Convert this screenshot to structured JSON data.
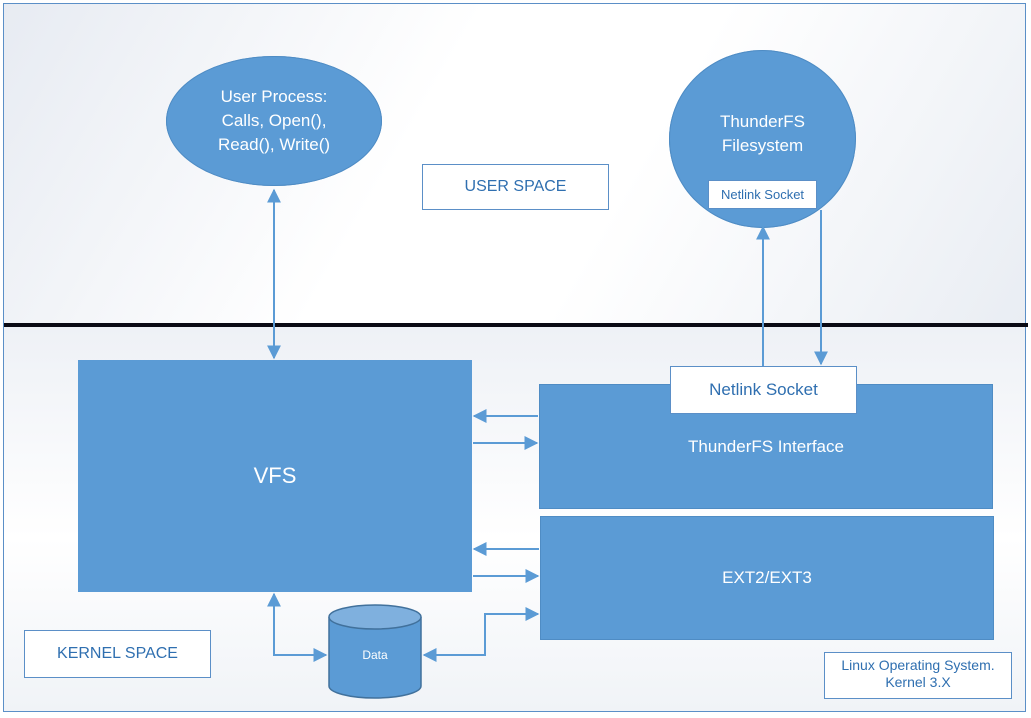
{
  "diagram": {
    "user_process": {
      "line1": "User Process:",
      "line2": "Calls, Open(),",
      "line3": "Read(), Write()"
    },
    "thunderfs_fs": {
      "line1": "ThunderFS",
      "line2": "Filesystem",
      "socket_label": "Netlink Socket"
    },
    "user_space_label": "USER SPACE",
    "kernel_space_label": "KERNEL SPACE",
    "vfs_label": "VFS",
    "netlink_socket_label": "Netlink Socket",
    "thunderfs_interface_label": "ThunderFS Interface",
    "ext_label": "EXT2/EXT3",
    "data_label": "Data",
    "os_note": {
      "line1": "Linux Operating System.",
      "line2": "Kernel 3.X"
    }
  },
  "colors": {
    "block_fill": "#5b9bd5",
    "arrow": "#5b9bd5",
    "divider": "#0a0a14",
    "label_text": "#2f6fb0"
  }
}
